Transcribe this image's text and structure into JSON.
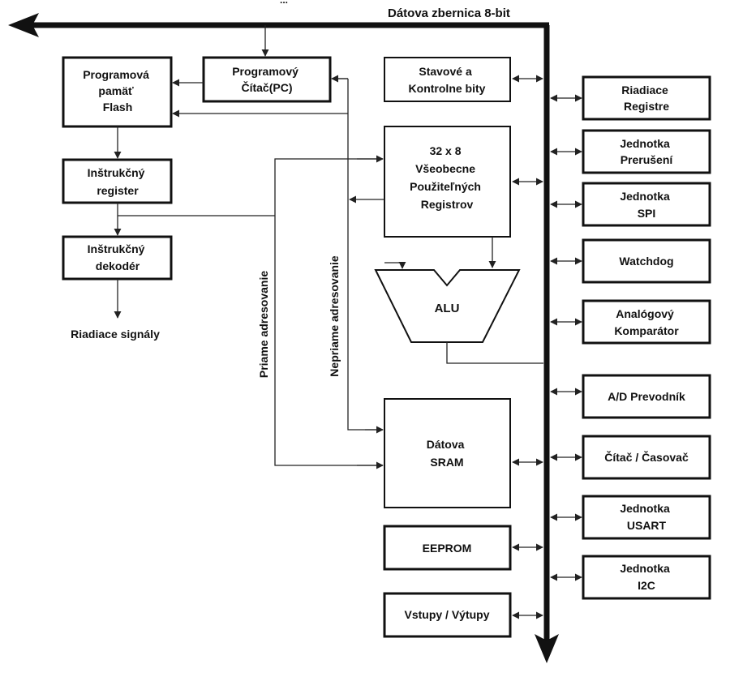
{
  "bus_label": "Dátova zbernica 8-bit",
  "top_partial_text": "...",
  "boxes": {
    "flash": [
      "Programová",
      "pamäť",
      "Flash"
    ],
    "pc": [
      "Programový",
      "Čítač(PC)"
    ],
    "ir": [
      "Inštrukčný",
      "register"
    ],
    "decoder": [
      "Inštrukčný",
      "dekodér"
    ],
    "status": [
      "Stavové a",
      "Kontrolne bity"
    ],
    "gpr": [
      "32 x 8",
      "Všeobecne",
      "Použiteľných",
      "Registrov"
    ],
    "alu": [
      "ALU"
    ],
    "sram": [
      "Dátova",
      "SRAM"
    ],
    "eeprom": [
      "EEPROM"
    ],
    "io": [
      "Vstupy / Výtupy"
    ]
  },
  "control_signals_label": "Riadiace signály",
  "direct_addressing_label": "Priame adresovanie",
  "indirect_addressing_label": "Nepriame adresovanie",
  "peripherals": [
    [
      "Riadiace",
      "Registre"
    ],
    [
      "Jednotka",
      "Prerušení"
    ],
    [
      "Jednotka",
      "SPI"
    ],
    [
      "Watchdog"
    ],
    [
      "Analógový",
      "Komparátor"
    ],
    [
      "A/D Prevodník"
    ],
    [
      "Čítač / Časovač"
    ],
    [
      "Jednotka",
      "USART"
    ],
    [
      "Jednotka",
      "I2C"
    ]
  ]
}
